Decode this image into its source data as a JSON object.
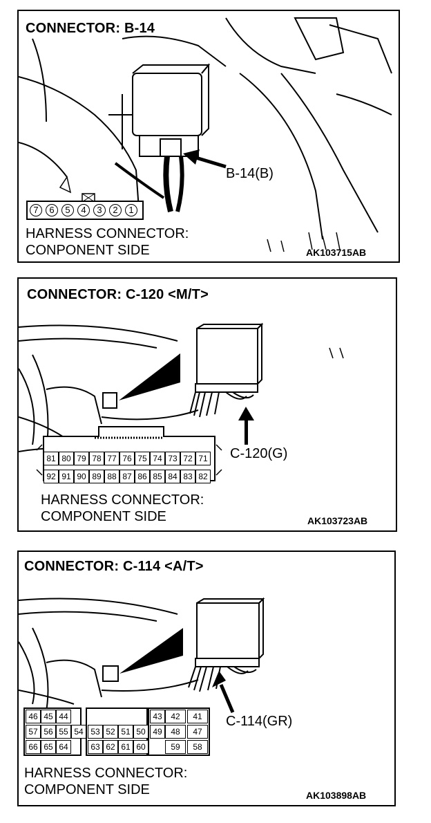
{
  "panels": [
    {
      "title": "CONNECTOR: B-14",
      "callout": "B-14(B)",
      "caption_line1": "HARNESS CONNECTOR:",
      "caption_line2": "CONPONENT SIDE",
      "ref": "AK103715AB",
      "pins": [
        "7",
        "6",
        "5",
        "4",
        "3",
        "2",
        "1"
      ]
    },
    {
      "title": "CONNECTOR: C-120 <M/T>",
      "callout": "C-120(G)",
      "caption_line1": "HARNESS CONNECTOR:",
      "caption_line2": "COMPONENT SIDE",
      "ref": "AK103723AB",
      "pins_row1": [
        "81",
        "80",
        "79",
        "78",
        "77",
        "76",
        "75",
        "74",
        "73",
        "72",
        "71"
      ],
      "pins_row2": [
        "92",
        "91",
        "90",
        "89",
        "88",
        "87",
        "86",
        "85",
        "84",
        "83",
        "82"
      ]
    },
    {
      "title": "CONNECTOR: C-114 <A/T>",
      "callout": "C-114(GR)",
      "caption_line1": "HARNESS CONNECTOR:",
      "caption_line2": "COMPONENT SIDE",
      "ref": "AK103898AB",
      "left_row1": [
        "46",
        "45",
        "44"
      ],
      "left_row2": [
        "57",
        "56",
        "55",
        "54"
      ],
      "left_row3": [
        "66",
        "65",
        "64"
      ],
      "mid_row2": [
        "53",
        "52",
        "51",
        "50"
      ],
      "mid_row3": [
        "63",
        "62",
        "61",
        "60"
      ],
      "right_row1": [
        "43",
        "42",
        "41"
      ],
      "right_row2": [
        "49",
        "48",
        "47"
      ],
      "right_row3": [
        "59",
        "58"
      ]
    }
  ]
}
